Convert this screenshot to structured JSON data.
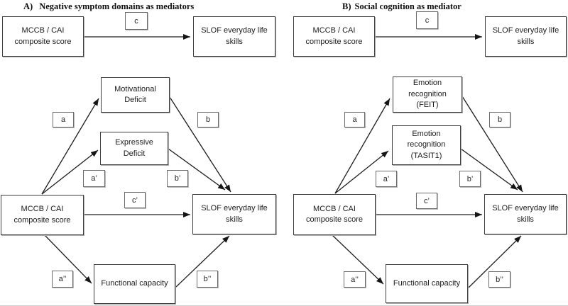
{
  "figure": {
    "panels": [
      {
        "label": "A)",
        "title": "Negative symptom domains as mediators",
        "nodes": {
          "predictor_top": "MCCB / CAI\ncomposite score",
          "outcome_top": "SLOF everyday life\nskills",
          "mediator1": "Motivational\nDeficit",
          "mediator2": "Expressive\nDeficit",
          "mediator3": "Functional capacity",
          "predictor": "MCCB / CAI\ncomposite score",
          "outcome": "SLOF everyday life\nskills"
        },
        "path_labels": {
          "c": "c",
          "a": "a",
          "b": "b",
          "ap": "a’",
          "bp": "b’",
          "cp": "c’",
          "app": "a’’",
          "bpp": "b’’"
        }
      },
      {
        "label": "B)",
        "title": "Social cognition as mediator",
        "nodes": {
          "predictor_top": "MCCB / CAI\ncomposite score",
          "outcome_top": "SLOF everyday life\nskills",
          "mediator1": "Emotion\nrecognition\n(FEIT)",
          "mediator2": "Emotion\nrecognition\n(TASIT1)",
          "mediator3": "Functional capacity",
          "predictor": "MCCB / CAI\ncomposite score",
          "outcome": "SLOF everyday life\nskills"
        },
        "path_labels": {
          "c": "c",
          "a": "a",
          "b": "b",
          "ap": "a’",
          "bp": "b’",
          "cp": "c’",
          "app": "a’’",
          "bpp": "b’’"
        }
      }
    ]
  }
}
